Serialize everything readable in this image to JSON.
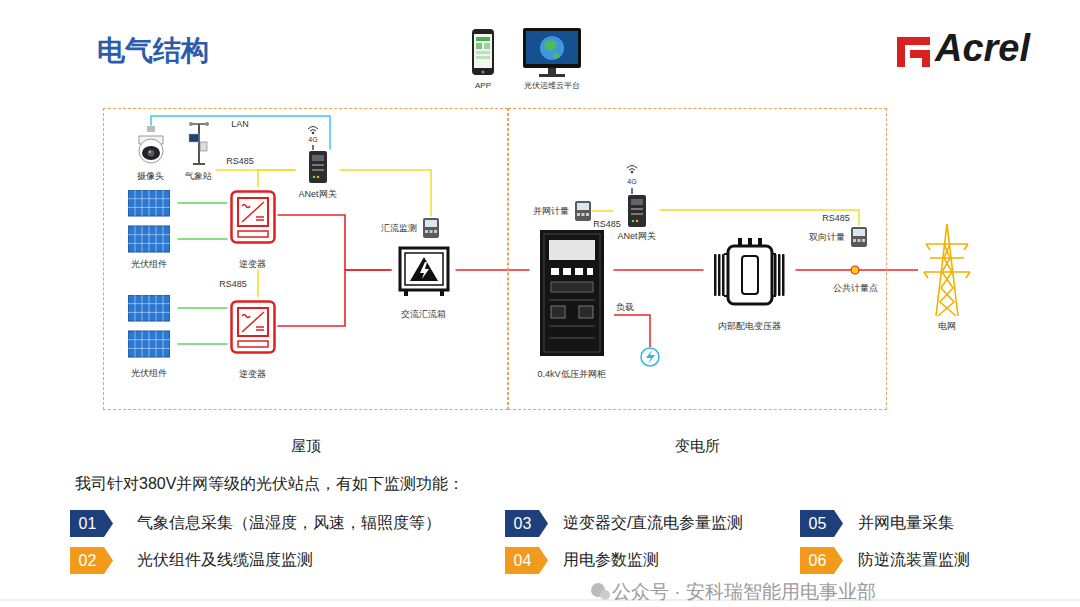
{
  "diagram": {
    "title": "电气结构",
    "nodes": [
      {
        "text": [
          "APP"
        ]
      },
      {
        "text": [
          "光伏运维云平台"
        ]
      },
      {
        "text": [
          "屋顶"
        ]
      },
      {
        "text": [
          "变电所"
        ]
      },
      {
        "text": [
          "摄像头"
        ],
        "in": 2
      },
      {
        "text": [
          "气象站"
        ],
        "in": 2
      },
      {
        "text": [
          "ANet网关"
        ],
        "in": 2
      },
      {
        "text": [
          "光伏组件"
        ],
        "in": 2
      },
      {
        "text": [
          "逆变器"
        ],
        "in": 2
      },
      {
        "text": [
          "汇流监测"
        ],
        "in": 2
      },
      {
        "text": [
          "交流汇流箱"
        ],
        "in": 2
      },
      {
        "text": [
          "光伏组件"
        ],
        "in": 2
      },
      {
        "text": [
          "逆变器"
        ],
        "in": 2
      },
      {
        "text": [
          "并网计量"
        ],
        "in": 3
      },
      {
        "text": [
          "ANet网关"
        ],
        "in": 3
      },
      {
        "text": [
          "0.4kV低压并网柜"
        ],
        "in": 3
      },
      {
        "text": [
          "内部配电变压器"
        ],
        "in": 3
      },
      {
        "text": [
          "双向计量"
        ],
        "in": 3
      },
      {
        "text": [
          "电网"
        ]
      },
      {
        "text": [
          "01"
        ]
      },
      {
        "text": [
          "03"
        ]
      },
      {
        "text": [
          "05"
        ]
      },
      {
        "text": [
          "02"
        ]
      },
      {
        "text": [
          "04"
        ]
      },
      {
        "text": [
          "06"
        ]
      }
    ],
    "edges": [
      {
        "from": 4,
        "to": 6,
        "label": "LAN",
        "arrow": "none"
      },
      {
        "from": 5,
        "to": 6,
        "label": "RS485",
        "arrow": "none"
      },
      {
        "from": 8,
        "to": 6,
        "arrow": "none"
      },
      {
        "from": 12,
        "to": 8,
        "label": "RS485",
        "arrow": "none"
      },
      {
        "from": 9,
        "to": 6,
        "arrow": "none"
      },
      {
        "from": 7,
        "to": 8,
        "arrow": "none"
      },
      {
        "from": 11,
        "to": 12,
        "arrow": "none"
      },
      {
        "from": 8,
        "to": 10,
        "arrow": "none"
      },
      {
        "from": 12,
        "to": 10,
        "arrow": "none"
      },
      {
        "from": 10,
        "to": 15,
        "arrow": "none"
      },
      {
        "from": 15,
        "to": 16,
        "arrow": "none"
      },
      {
        "from": 16,
        "to": 18,
        "arrow": "none"
      },
      {
        "from": 13,
        "to": 14,
        "label": "RS485",
        "arrow": "none"
      },
      {
        "from": 17,
        "to": 14,
        "label": "RS485",
        "arrow": "none"
      }
    ],
    "labels": [
      "Acrel",
      "4G",
      "4G",
      "负载",
      "公共计量点",
      "我司针对380V并网等级的光伏站点，有如下监测功能：",
      "气象信息采集（温湿度，风速，辐照度等）",
      "逆变器交/直流电参量监测",
      "并网电量采集",
      "光伏组件及线缆温度监测",
      "用电参数监测",
      "防逆流装置监测",
      "公众号 · 安科瑞智能用电事业部"
    ]
  }
}
